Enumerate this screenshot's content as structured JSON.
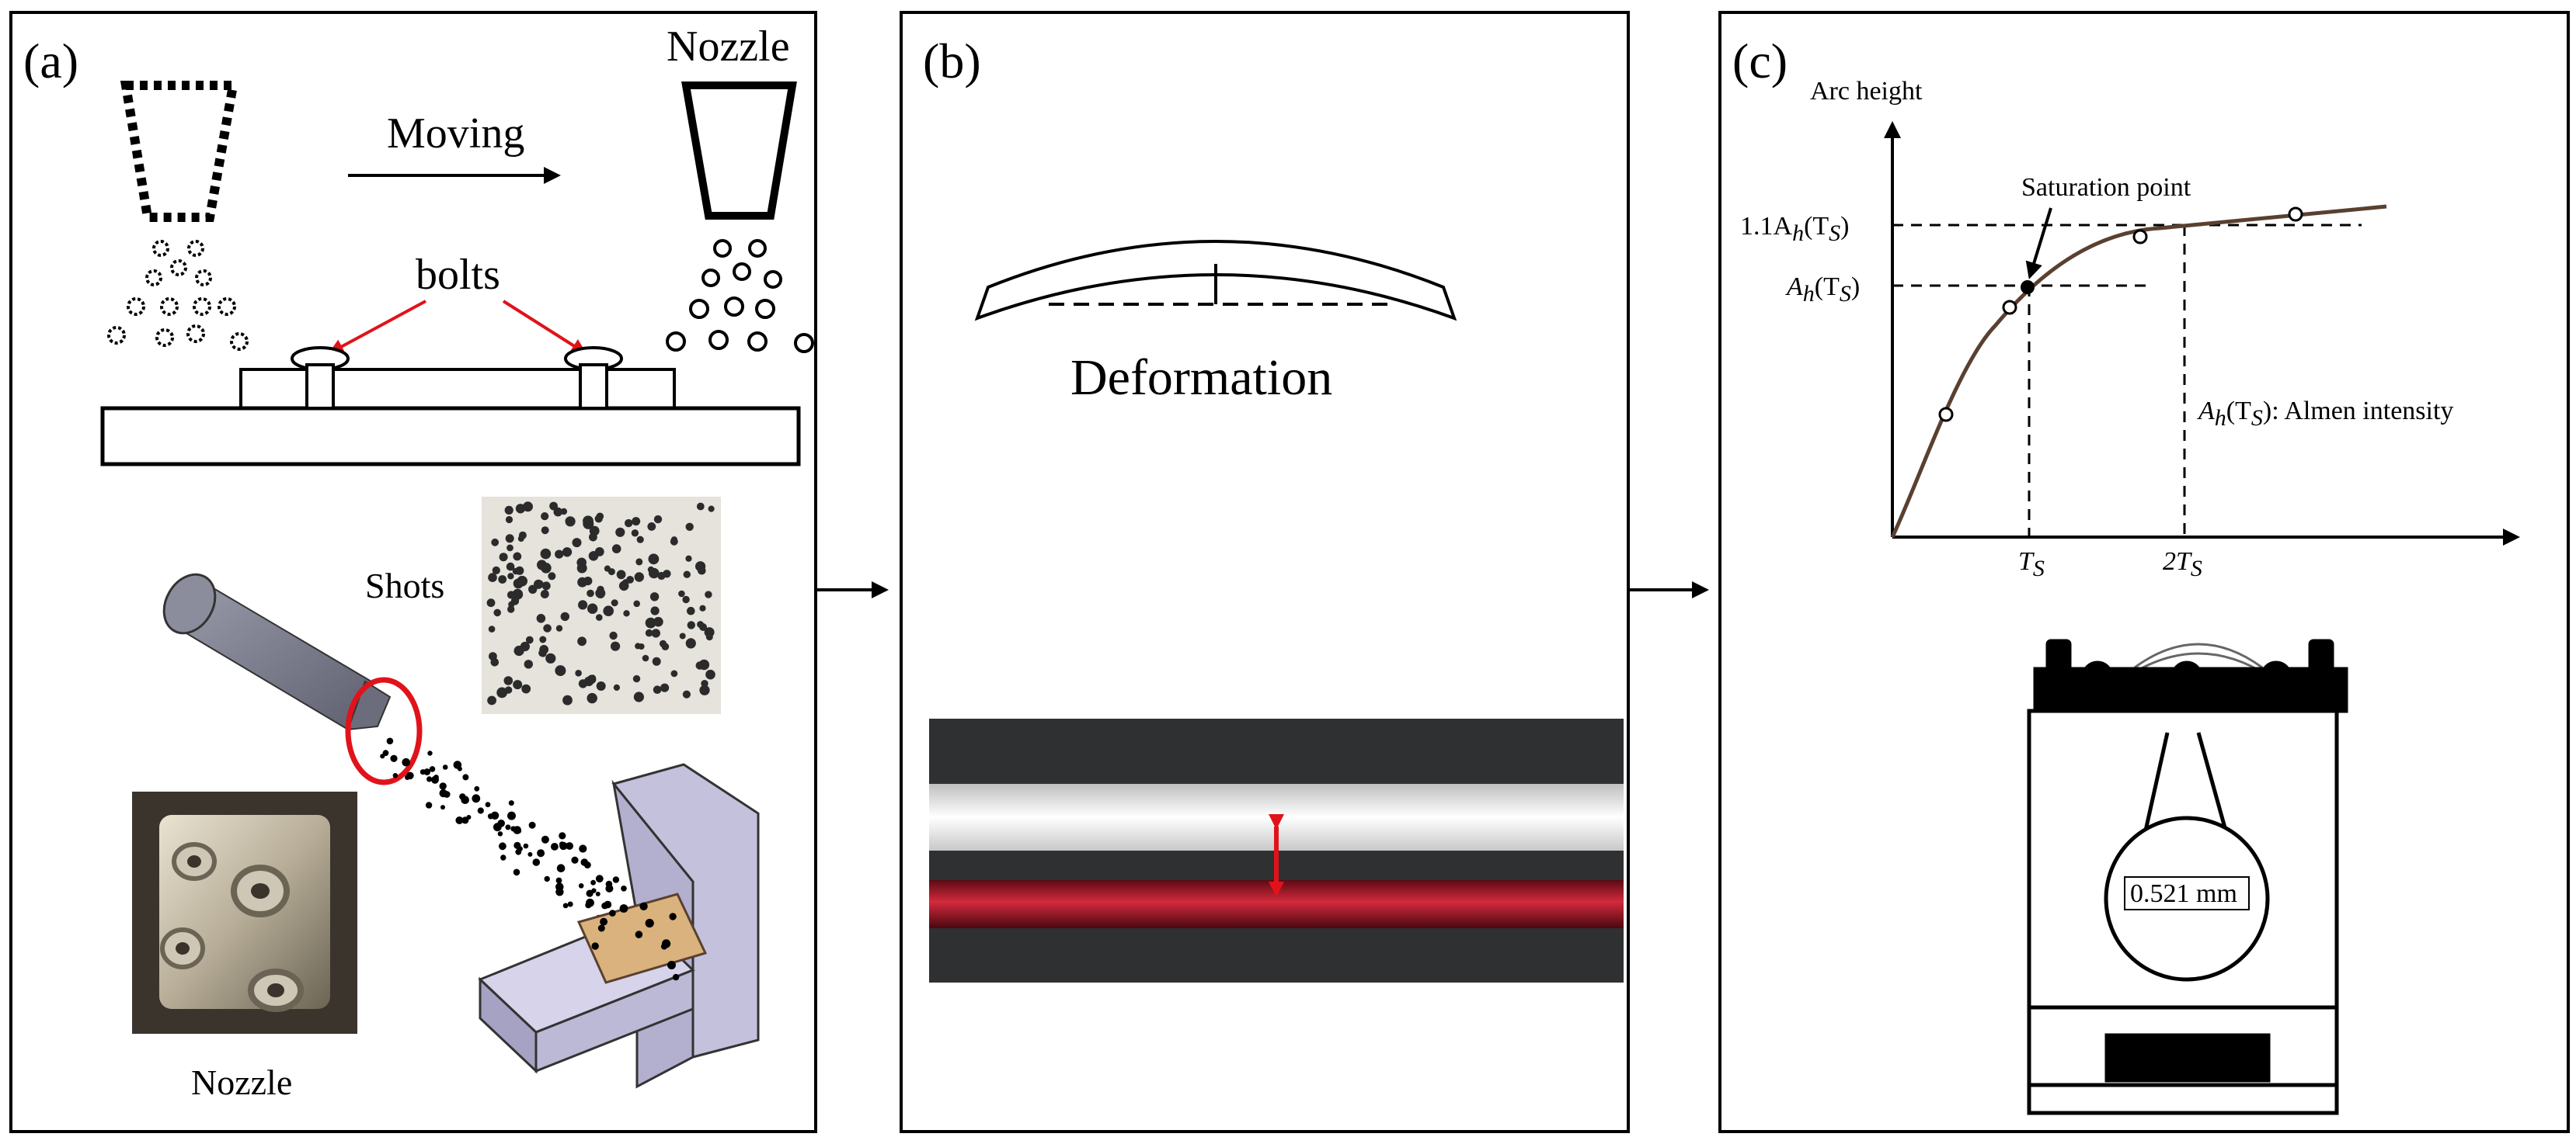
{
  "panels": {
    "a": {
      "label": "(a)",
      "moving_label": "Moving",
      "nozzle_top_label": "Nozzle",
      "bolts_label": "bolts",
      "shots_label": "Shots",
      "nozzle_bottom_label": "Nozzle"
    },
    "b": {
      "label": "(b)",
      "deformation_label": "Deformation"
    },
    "c": {
      "label": "(c)",
      "y_axis_label": "Arc height",
      "saturation_label": "Saturation point",
      "ytick_upper": "1.1A",
      "ytick_upper_sub": "h",
      "ytick_upper_arg": "(T",
      "ytick_upper_arg_sub": "S",
      "ytick_upper_close": ")",
      "ytick_lower": "A",
      "ytick_lower_sub": "h",
      "ytick_lower_arg": "(T",
      "ytick_lower_arg_sub": "S",
      "ytick_lower_close": ")",
      "almen_prefix": "A",
      "almen_sub": "h",
      "almen_arg": "(T",
      "almen_arg_sub": "S",
      "almen_suffix": "): Almen intensity",
      "xtick_1": "T",
      "xtick_1_sub": "S",
      "xtick_2": "2T",
      "xtick_2_sub": "S",
      "gauge_reading": "0.521 mm"
    }
  },
  "colors": {
    "outline": "#000000",
    "accent_red": "#e0131a",
    "nozzle_gray": "#7d7f8e",
    "fixture_lavender": "#c9c6e0",
    "coupon_tan": "#d9b27d",
    "curve_brown": "#5a4030"
  },
  "icons": [
    "arrow-right-icon",
    "red-arrow-icon",
    "double-headed-red-arrow-icon"
  ]
}
